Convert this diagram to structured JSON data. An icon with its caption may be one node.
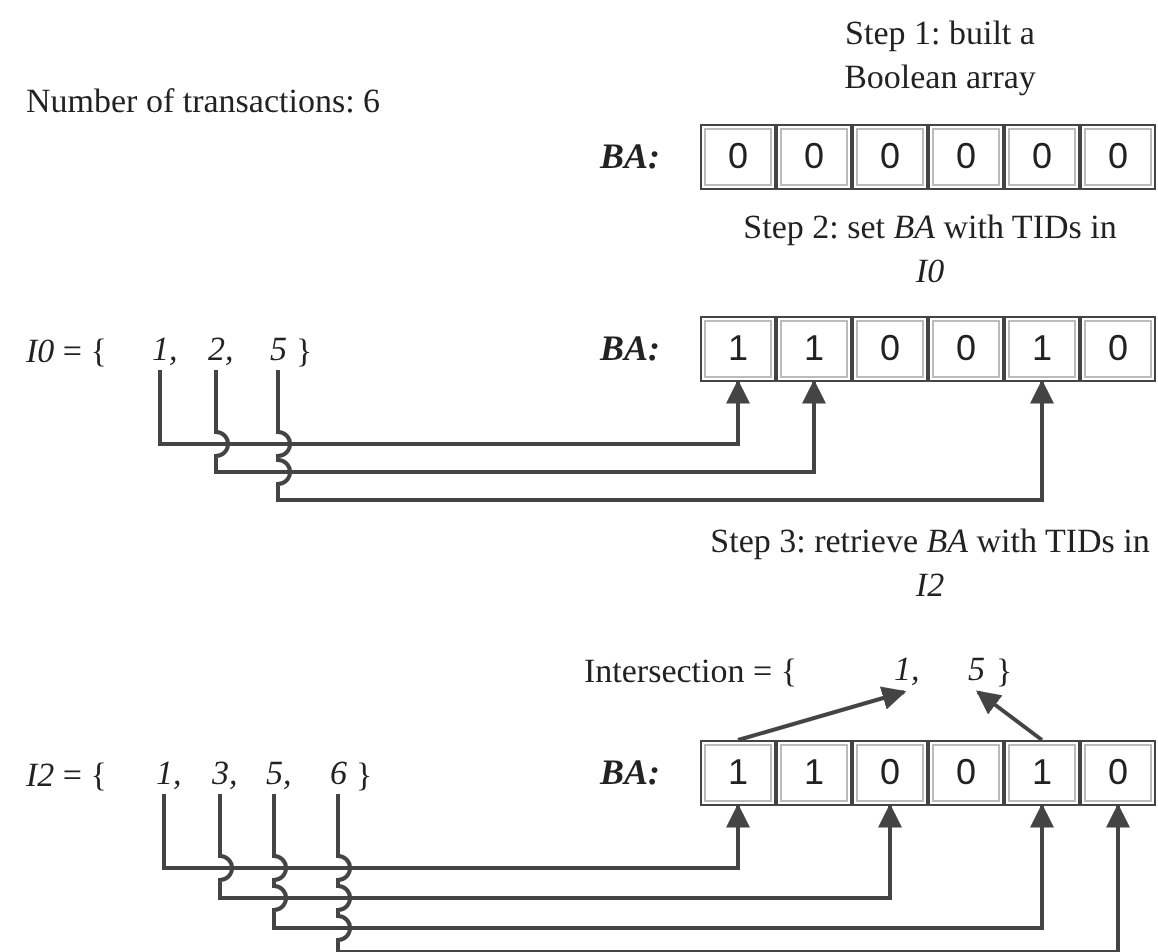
{
  "diagram": {
    "nodes": [
      {
        "text": [
          "BA:"
        ]
      },
      {
        "text": [
          "0"
        ],
        "in": 0
      },
      {
        "text": [
          "0"
        ],
        "in": 0
      },
      {
        "text": [
          "0"
        ],
        "in": 0
      },
      {
        "text": [
          "0"
        ],
        "in": 0
      },
      {
        "text": [
          "0"
        ],
        "in": 0
      },
      {
        "text": [
          "0"
        ],
        "in": 0
      },
      {
        "text": [
          "1,"
        ]
      },
      {
        "text": [
          "2,"
        ]
      },
      {
        "text": [
          "5"
        ]
      },
      {
        "text": [
          "BA:"
        ]
      },
      {
        "text": [
          "1"
        ],
        "in": 10
      },
      {
        "text": [
          "1"
        ],
        "in": 10
      },
      {
        "text": [
          "0"
        ],
        "in": 10
      },
      {
        "text": [
          "0"
        ],
        "in": 10
      },
      {
        "text": [
          "1"
        ],
        "in": 10
      },
      {
        "text": [
          "0"
        ],
        "in": 10
      },
      {
        "text": [
          "1,"
        ]
      },
      {
        "text": [
          "5"
        ]
      },
      {
        "text": [
          "1,"
        ]
      },
      {
        "text": [
          "3,"
        ]
      },
      {
        "text": [
          "5,"
        ]
      },
      {
        "text": [
          "6"
        ]
      },
      {
        "text": [
          "BA:"
        ]
      },
      {
        "text": [
          "1"
        ],
        "in": 23
      },
      {
        "text": [
          "1"
        ],
        "in": 23
      },
      {
        "text": [
          "0"
        ],
        "in": 23
      },
      {
        "text": [
          "0"
        ],
        "in": 23
      },
      {
        "text": [
          "1"
        ],
        "in": 23
      },
      {
        "text": [
          "0"
        ],
        "in": 23
      }
    ],
    "edges": [
      {
        "from": 7,
        "to": 11,
        "arrow": "to"
      },
      {
        "from": 8,
        "to": 12,
        "arrow": "to"
      },
      {
        "from": 9,
        "to": 15,
        "arrow": "to"
      },
      {
        "from": 24,
        "to": 17,
        "arrow": "to"
      },
      {
        "from": 28,
        "to": 18,
        "arrow": "to"
      },
      {
        "from": 19,
        "to": 24,
        "arrow": "to"
      },
      {
        "from": 20,
        "to": 26,
        "arrow": "to"
      },
      {
        "from": 21,
        "to": 28,
        "arrow": "to"
      },
      {
        "from": 22,
        "to": 29,
        "arrow": "to"
      }
    ],
    "labels": [
      "Step 1: built a Boolean array",
      "Number of transactions: 6",
      "Step 2: set *BA* with TIDs in *I0*",
      "*I0* = {",
      "}",
      "Step 3: retrieve *BA* with TIDs in *I2*",
      "Intersection = {",
      "}",
      "*I2* = {",
      "}"
    ]
  }
}
